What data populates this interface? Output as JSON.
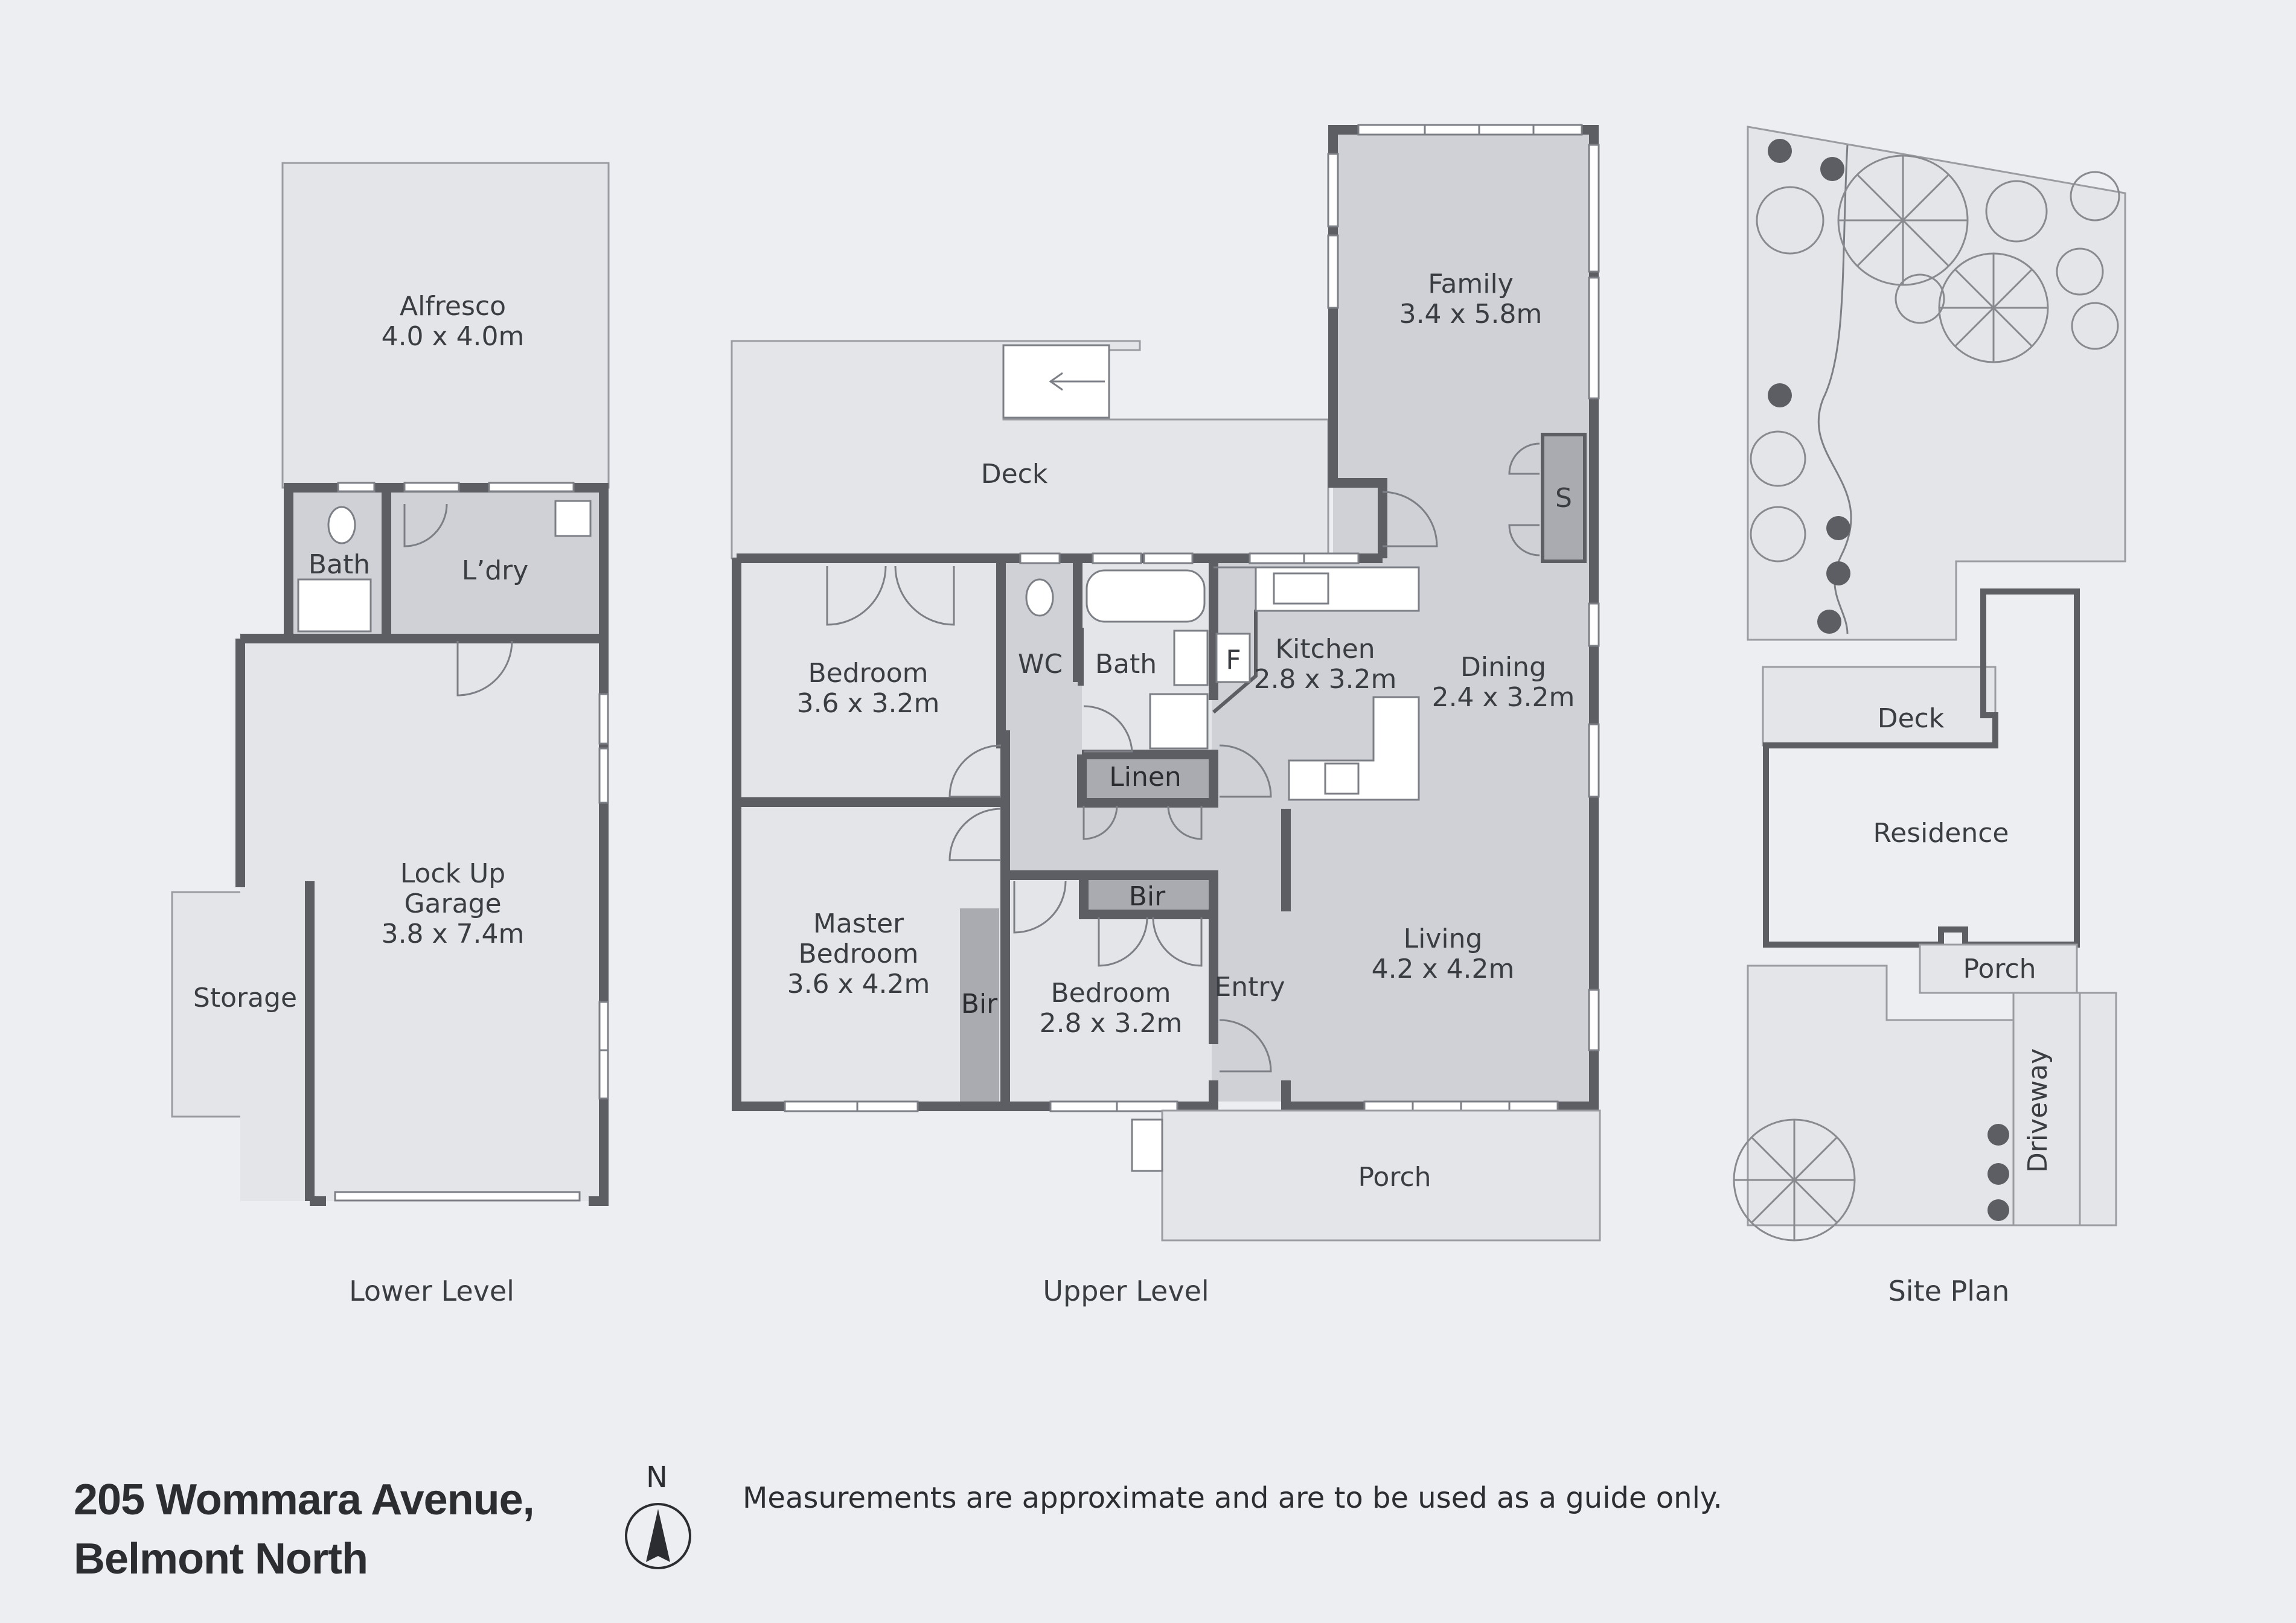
{
  "address": {
    "line1": "205 Wommara Avenue,",
    "line2": "Belmont North"
  },
  "disclaimer": "Measurements are approximate and are to be used as a guide only.",
  "compass": {
    "label": "N"
  },
  "captions": {
    "lower": "Lower Level",
    "upper": "Upper Level",
    "site": "Site Plan"
  },
  "lower_level": {
    "alfresco": {
      "name": "Alfresco",
      "size": "4.0 x 4.0m"
    },
    "bath": "Bath",
    "laundry": "L’dry",
    "garage": {
      "line1": "Lock Up",
      "line2": "Garage",
      "size": "3.8 x 7.4m"
    },
    "storage": "Storage"
  },
  "upper_level": {
    "deck": "Deck",
    "family": {
      "name": "Family",
      "size": "3.4 x 5.8m"
    },
    "bedroom1": {
      "name": "Bedroom",
      "size": "3.6 x 3.2m"
    },
    "wc": "WC",
    "bath": "Bath",
    "fridge": "F",
    "kitchen": {
      "name": "Kitchen",
      "size": "2.8 x 3.2m"
    },
    "dining": {
      "name": "Dining",
      "size": "2.4 x 3.2m"
    },
    "linen": "Linen",
    "store": "S",
    "master": {
      "line1": "Master",
      "line2": "Bedroom",
      "size": "3.6 x 4.2m"
    },
    "master_bir": "Bir",
    "bir2": "Bir",
    "bedroom2": {
      "name": "Bedroom",
      "size": "2.8 x 3.2m"
    },
    "entry": "Entry",
    "living": {
      "name": "Living",
      "size": "4.2 x 4.2m"
    },
    "porch": "Porch"
  },
  "site_plan": {
    "deck": "Deck",
    "residence": "Residence",
    "porch": "Porch",
    "driveway": "Driveway"
  }
}
